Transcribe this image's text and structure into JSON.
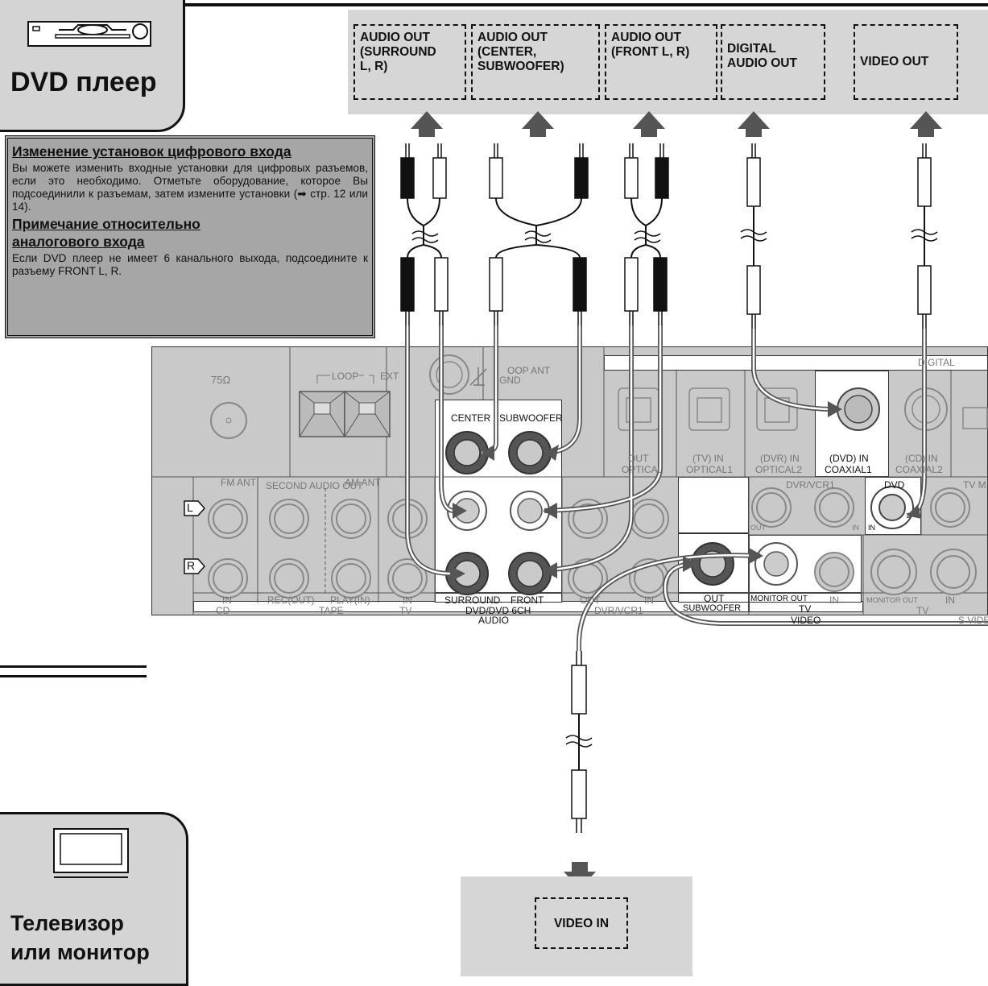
{
  "dvd_device": {
    "title": "DVD плеер",
    "icon": "dvd-player-icon"
  },
  "tv_device": {
    "title_line1": "Телевизор",
    "title_line2": "или монитор",
    "icon": "tv-icon"
  },
  "note": {
    "title1": "Изменение установок цифрового входа",
    "body1": "Вы можете изменить входные установки для цифровых разъемов, если это необходимо. Отметьте оборудование, которое Вы подсоединили к разъемам, затем измените установки (➡ стр. 12 или 14).",
    "title2": "Примечание относительно",
    "title3": "аналогового входа",
    "body2": "Если DVD плеер не имеет 6 канального выхода, подсоедините к разъему FRONT L, R."
  },
  "outputs": [
    {
      "line1": "AUDIO OUT",
      "line2": "(SURROUND",
      "line3": "L, R)"
    },
    {
      "line1": "AUDIO OUT",
      "line2": "(CENTER,",
      "line3": "SUBWOOFER)"
    },
    {
      "line1": "AUDIO OUT",
      "line2": "(FRONT L, R)",
      "line3": ""
    },
    {
      "line1": "DIGITAL",
      "line2": "AUDIO OUT",
      "line3": ""
    },
    {
      "line1": "VIDEO OUT",
      "line2": "",
      "line3": ""
    }
  ],
  "tv_input": "VIDEO IN",
  "panel": {
    "ohm": "75Ω",
    "loop": "LOOP",
    "ext": "EXT",
    "loop_ant": "OOP ANT",
    "gnd": "GND",
    "fm_ant": "FM ANT",
    "am_ant": "AM ANT",
    "second_audio_out": "SECOND AUDIO OUT",
    "center": "CENTER",
    "subwoofer": "SUBWOOFER",
    "digital": "DIGITAL",
    "optical_out": "OUT",
    "optical1_label": "OPTICAL",
    "tv_in": "(TV) IN",
    "optical1": "OPTICAL1",
    "dvr_in": "(DVR) IN",
    "optical2": "OPTICAL2",
    "dvd_in": "(DVD) IN",
    "coaxial1": "COAXIAL1",
    "cd_in": "(CD) IN",
    "coaxial2": "COAXIAL2",
    "dvr_vcr1": "DVR/VCR1",
    "dvd": "DVD",
    "tv_m": "TV M",
    "l": "L",
    "r": "R",
    "in_cd": "IN",
    "rec_out": "REC(OUT)",
    "play_in": "PLAY(IN)",
    "in_tv": "IN",
    "surround": "SURROUND",
    "front": "FRONT",
    "out_dvr": "OUT",
    "in_dvr": "IN",
    "out_sub": "OUT",
    "monitor_out": "MONITOR OUT",
    "in_tvvid": "IN",
    "monitor_out_s": "MONITOR OUT",
    "in_s": "IN",
    "cd": "CD",
    "tape": "TAPE",
    "tv": "TV",
    "dvd_6ch": "DVD/DVD 6CH",
    "dvr_vcr1_bottom": "DVR/VCR1",
    "subwoofer_bottom": "SUBWOOFER",
    "tv_video": "TV",
    "tv_s": "TV",
    "audio": "AUDIO",
    "video": "VIDEO",
    "s_video": "S VIDE",
    "out_small": "OUT",
    "in_small": "IN",
    "in_dvd": "IN"
  }
}
